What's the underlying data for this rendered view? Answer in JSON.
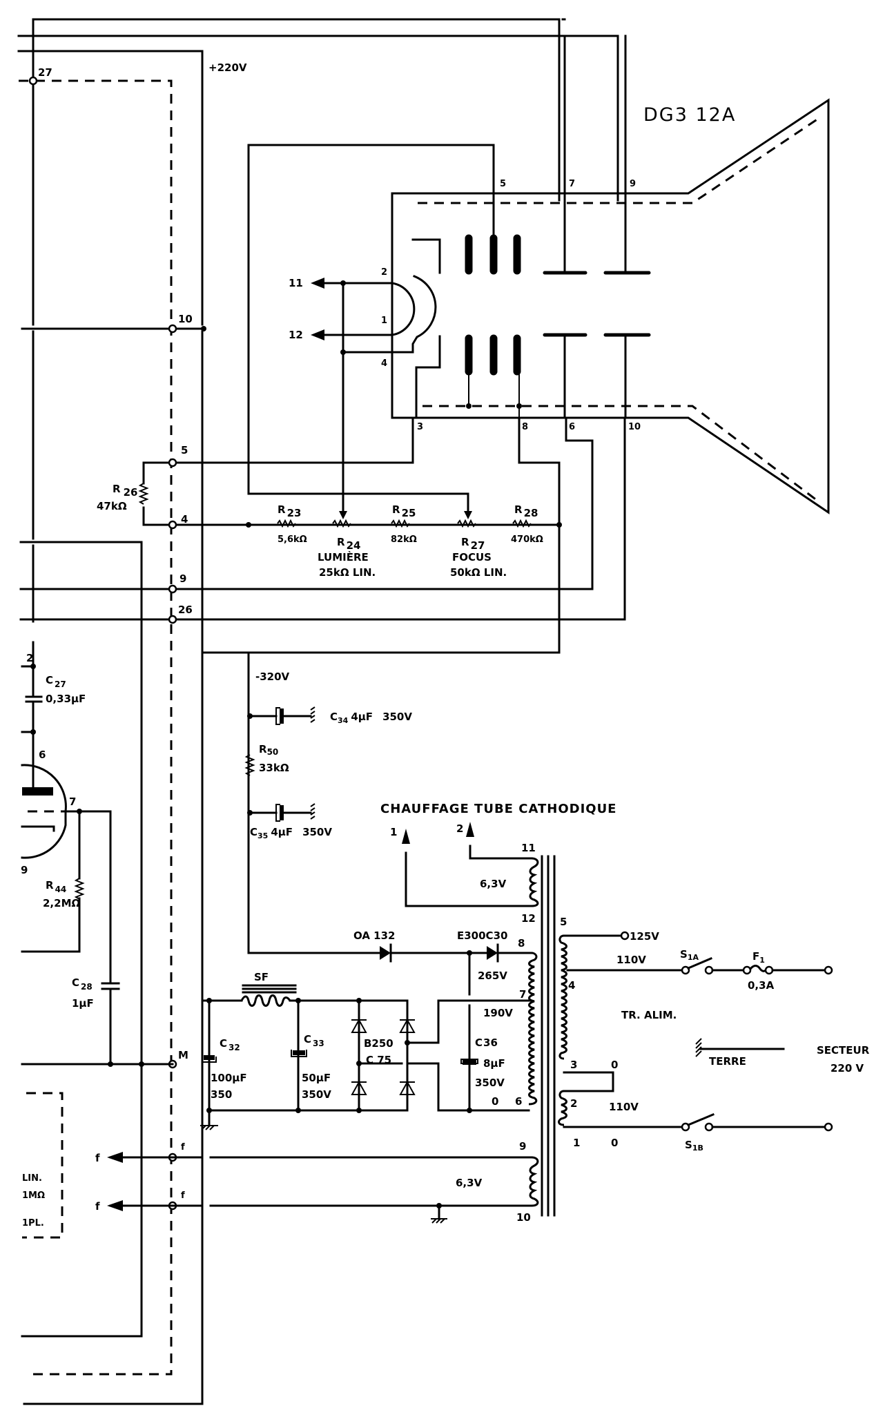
{
  "diagram": {
    "type": "electrical-schematic",
    "subject": "Oscilloscope CRT and power supply section",
    "crt": {
      "title": "DG3 12A",
      "pins": [
        "1",
        "2",
        "3",
        "4",
        "5",
        "6",
        "7",
        "8",
        "9",
        "10"
      ],
      "heater_outputs": [
        "11",
        "12"
      ]
    },
    "connector_terminals": [
      "27",
      "10",
      "5",
      "4",
      "9",
      "26",
      "M",
      "f",
      "f"
    ],
    "supply_labels": {
      "plus_220": "+220V",
      "minus_320": "-320V"
    },
    "components": {
      "R26": {
        "name": "R",
        "sub": "26",
        "value": "47kΩ"
      },
      "R23": {
        "name": "R",
        "sub": "23",
        "value": "5,6kΩ"
      },
      "R24": {
        "name": "R",
        "sub": "24",
        "function": "LUMIÈRE",
        "value": "25kΩ LIN."
      },
      "R25": {
        "name": "R",
        "sub": "25",
        "value": "82kΩ"
      },
      "R27": {
        "name": "R",
        "sub": "27",
        "function": "FOCUS",
        "value": "50kΩ LIN."
      },
      "R28": {
        "name": "R",
        "sub": "28",
        "value": "470kΩ"
      },
      "C27": {
        "name": "C",
        "sub": "27",
        "value": "0,33µF"
      },
      "C34": {
        "name": "C",
        "sub": "34",
        "value": "4µF",
        "voltage": "350V"
      },
      "R50": {
        "name": "R",
        "sub": "50",
        "value": "33kΩ"
      },
      "C35": {
        "name": "C",
        "sub": "35",
        "value": "4µF",
        "voltage": "350V"
      },
      "R44": {
        "name": "R",
        "sub": "44",
        "value": "2,2MΩ"
      },
      "C28": {
        "name": "C",
        "sub": "28",
        "value": "1µF"
      },
      "SF": {
        "name": "SF"
      },
      "C32": {
        "name": "C",
        "sub": "32",
        "value": "100µF",
        "voltage": "350"
      },
      "C33": {
        "name": "C",
        "sub": "33",
        "value": "50µF",
        "voltage": "350V"
      },
      "bridge": {
        "line1": "B250",
        "line2": "C 75"
      },
      "C36": {
        "name": "C",
        "sub": "36",
        "value": "8µF",
        "voltage": "350V"
      },
      "D1": {
        "name": "OA 132"
      },
      "D2": {
        "name": "E300C30"
      },
      "S1A": {
        "name": "S",
        "sub": "1A"
      },
      "S1B": {
        "name": "S",
        "sub": "1B"
      },
      "F1": {
        "name": "F",
        "sub": "1",
        "value": "0,3A"
      }
    },
    "tube_pins": {
      "p6": "6",
      "p7": "7",
      "p9": "9"
    },
    "heater_section": {
      "title": "CHAUFFAGE TUBE CATHODIQUE",
      "out1": "1",
      "out2": "2",
      "pin11": "11",
      "pin12": "12",
      "voltage": "6,3V"
    },
    "transformer": {
      "name": "TR. ALIM.",
      "sec_pins": {
        "p8": "8",
        "p7": "7",
        "p6": "6",
        "zero": "0",
        "p9": "9",
        "p10": "10"
      },
      "sec_voltages": {
        "v265": "265V",
        "v190": "190V",
        "fil": "6,3V"
      },
      "pri_pins": {
        "p5": "5",
        "p4": "4",
        "p3": "3",
        "p2": "2",
        "p1": "1"
      },
      "pri_labels": {
        "v125": "125V",
        "v110a": "110V",
        "zero_a": "0",
        "v110b": "110V",
        "zero_b": "0"
      }
    },
    "mains": {
      "ground": "TERRE",
      "line1": "SECTEUR",
      "line2": "220 V"
    },
    "heater_terminals": {
      "f1": "f",
      "f2": "f"
    },
    "left_partial": {
      "line1": "LIN.",
      "line2": "1MΩ",
      "line3": "1PL."
    }
  }
}
